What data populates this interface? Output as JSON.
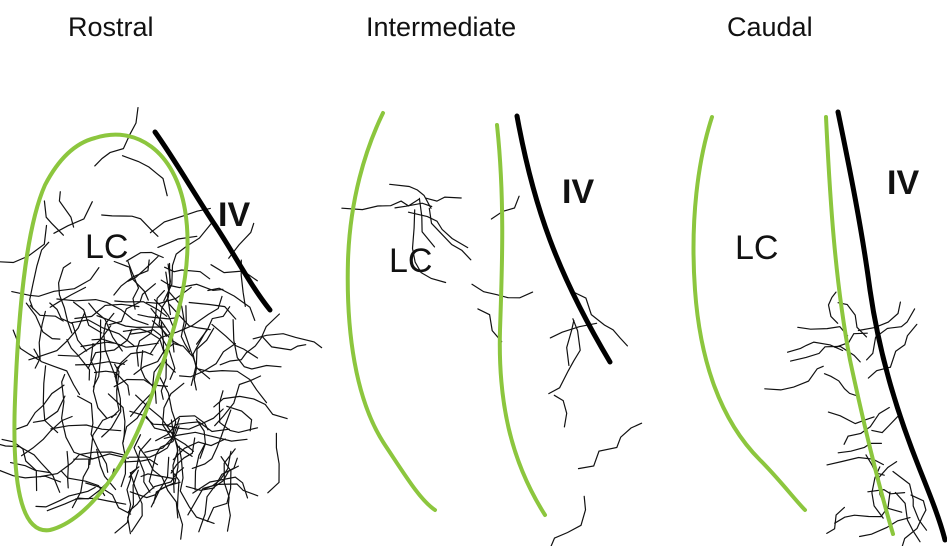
{
  "panels": [
    {
      "title": "Rostral",
      "lc_label": "LC",
      "iv_label": "IV"
    },
    {
      "title": "Intermediate",
      "lc_label": "LC",
      "iv_label": "IV"
    },
    {
      "title": "Caudal",
      "lc_label": "LC",
      "iv_label": "IV"
    }
  ],
  "colors": {
    "lc_outline": "#8cc63e",
    "ventricle_border": "#000000",
    "fibers": "#111111"
  }
}
